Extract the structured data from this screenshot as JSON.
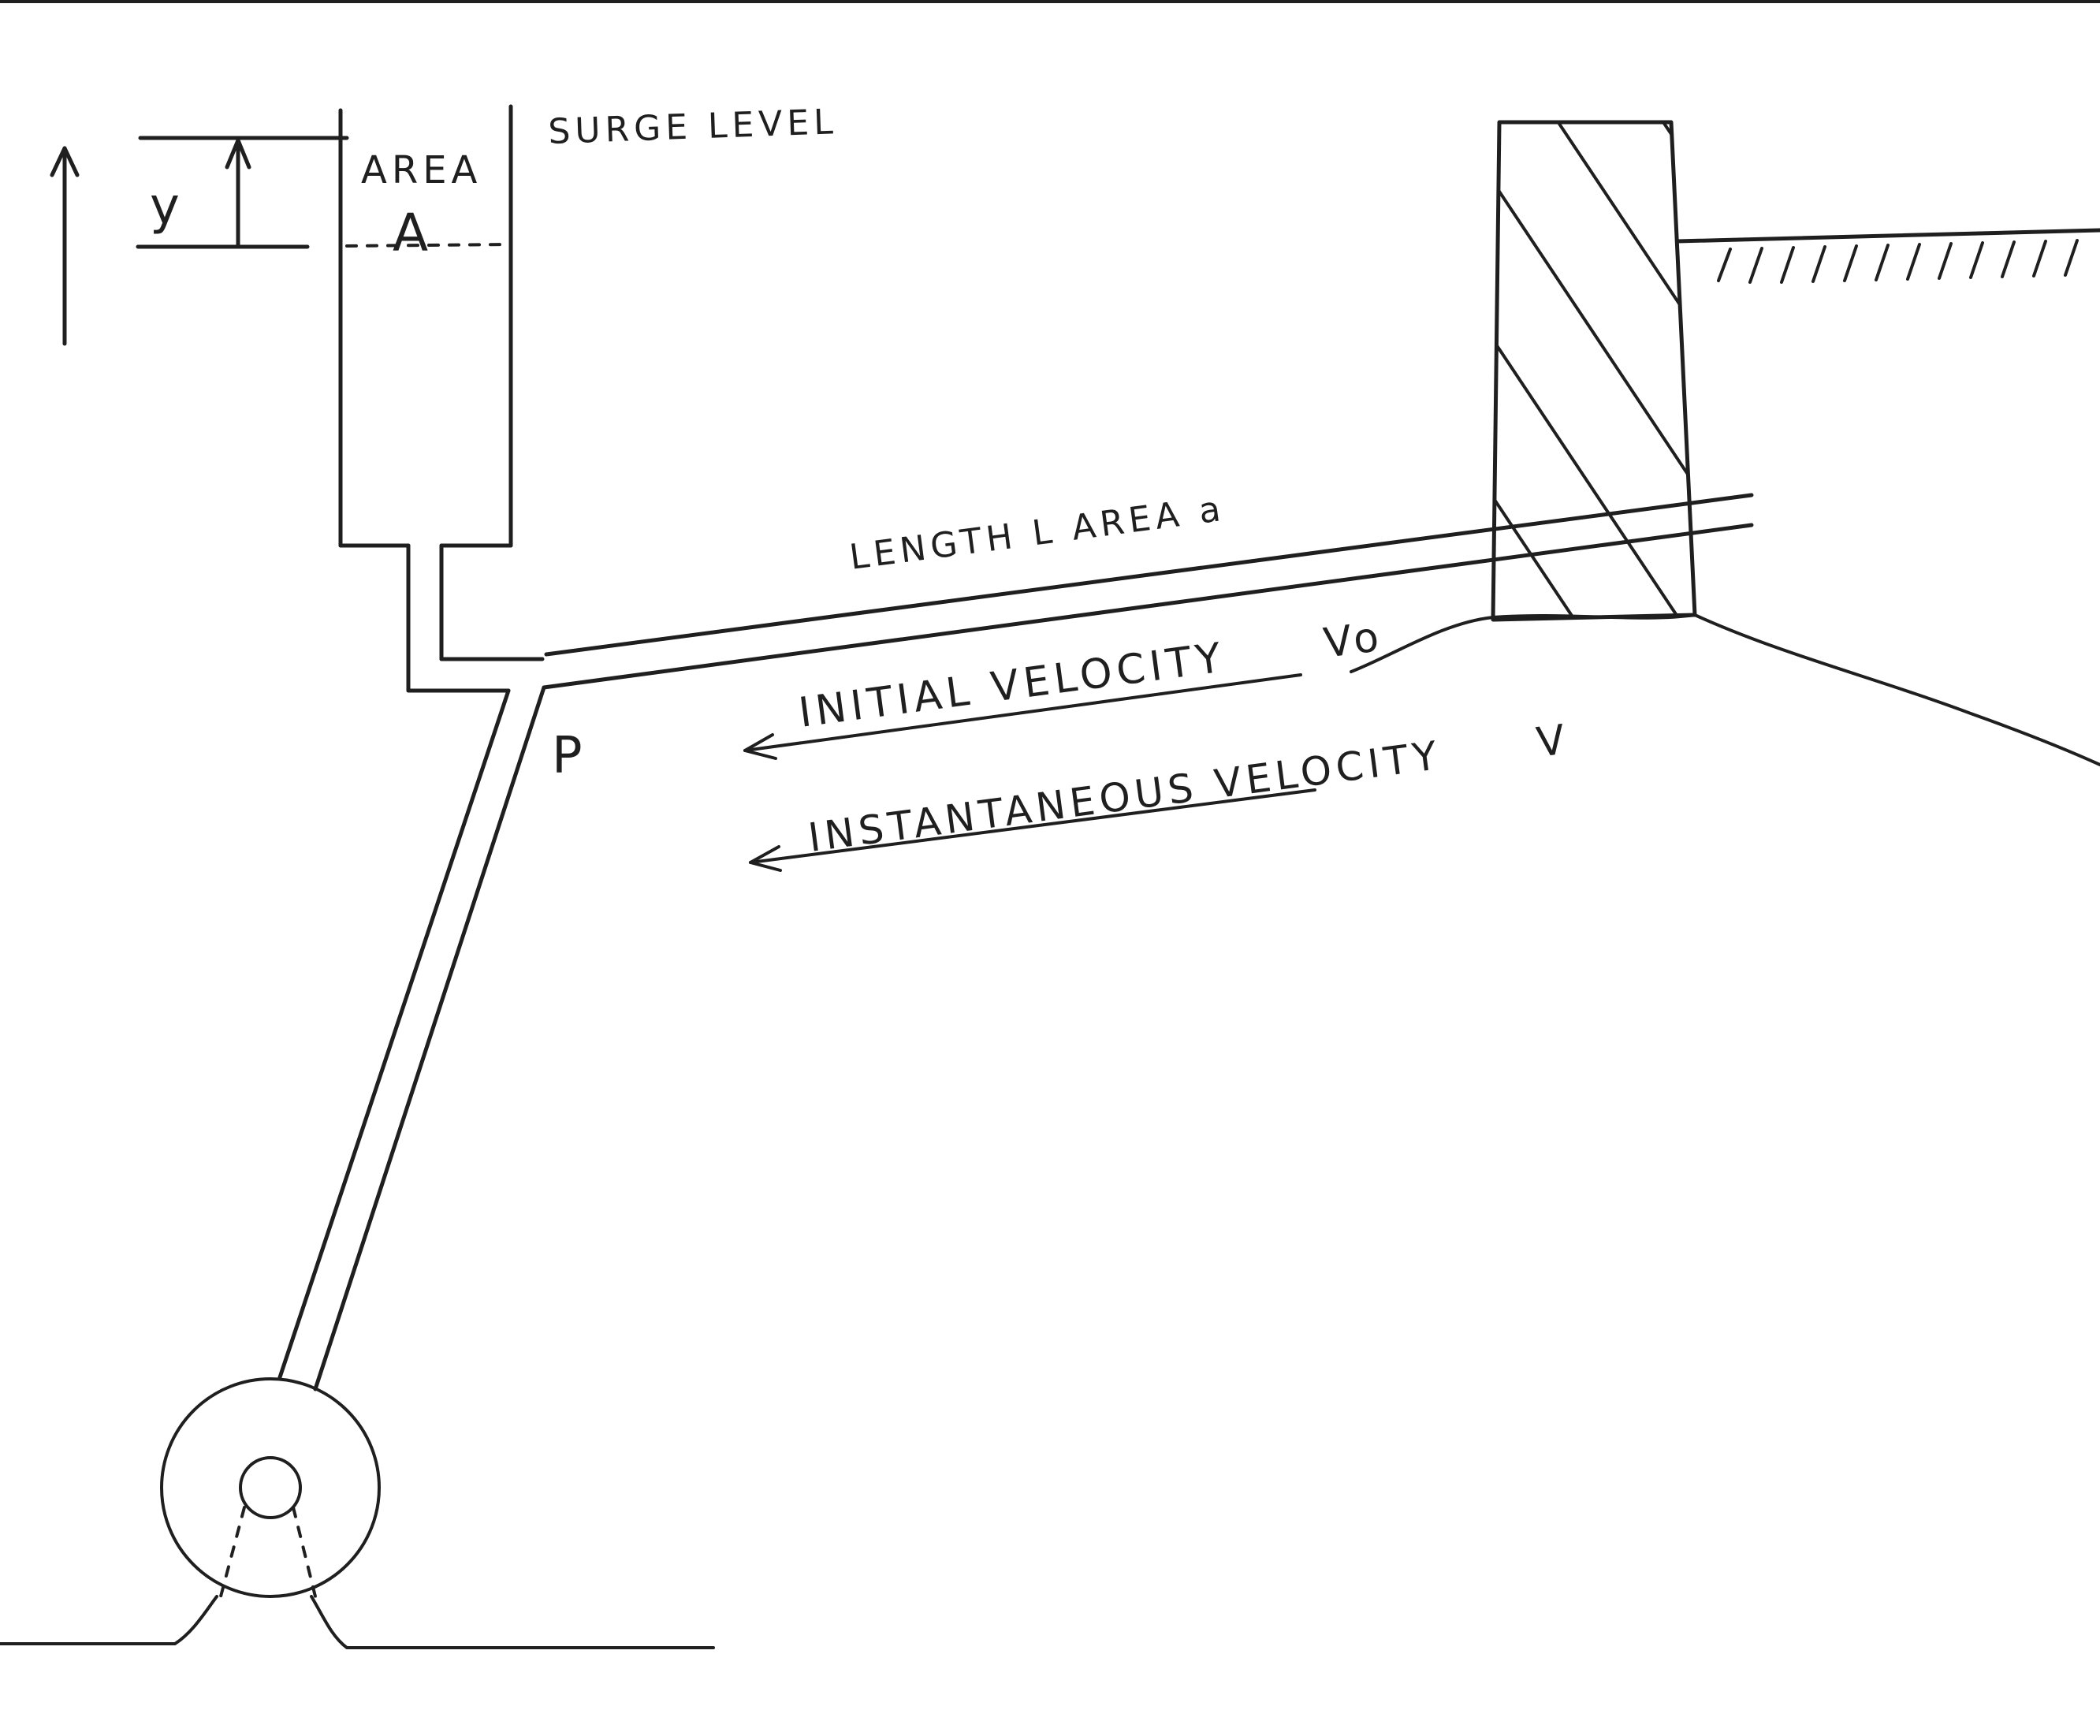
{
  "labels": {
    "surge_level": "SURGE LEVEL",
    "area_word": "AREA",
    "area_symbol": "A",
    "y_symbol": "y",
    "pipe_description": "LENGTH L AREA a",
    "initial_velocity": "INITIAL VELOCITY",
    "initial_velocity_symbol": "Vo",
    "instantaneous_velocity": "INSTANTANEOUS VELOCITY",
    "instantaneous_velocity_symbol": "V",
    "point_p": "P"
  },
  "colors": {
    "ink": "#1f1f1f",
    "paper": "#ffffff"
  }
}
